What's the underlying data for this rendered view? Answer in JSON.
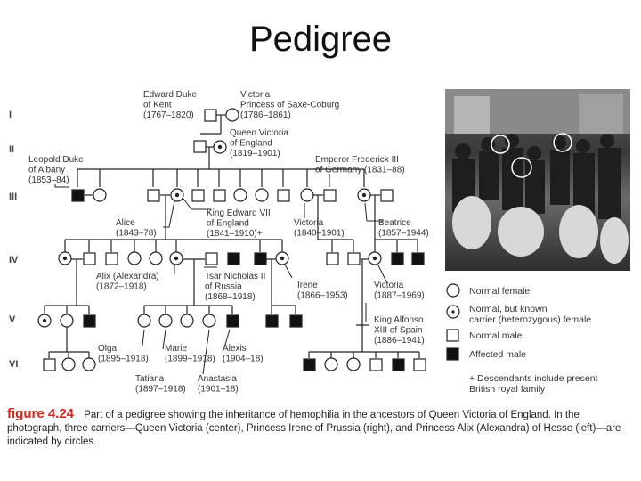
{
  "title": "Pedigree",
  "generations": [
    "I",
    "II",
    "III",
    "IV",
    "V",
    "VI"
  ],
  "people": {
    "edward": "Edward Duke\nof Kent\n(1767–1820)",
    "victoria_saxe": "Victoria\nPrincess of Saxe-Coburg\n(1786–1861)",
    "queen_victoria": "Queen Victoria\nof England\n(1819–1901)",
    "leopold": "Leopold Duke\nof Albany\n(1853–84)",
    "frederick": "Emperor Frederick III\nof Germany (1831–88)",
    "edward_vii": "King Edward VII\nof England\n(1841–1910)+",
    "alice": "Alice\n(1843–78)",
    "victoria_1840": "Victoria\n(1840–1901)",
    "beatrice": "Beatrice\n(1857–1944)",
    "alix": "Alix (Alexandra)\n(1872–1918)",
    "nicholas": "Tsar Nicholas II\nof Russia\n(1868–1918)",
    "irene": "Irene\n(1866–1953)",
    "victoria_1887": "Victoria\n(1887–1969)",
    "alfonso": "King Alfonso\nXIII of Spain\n(1886–1941)",
    "olga": "Olga\n(1895–1918)",
    "marie": "Marie\n(1899–1918)",
    "alexis": "Alexis\n(1904–18)",
    "tatiana": "Tatiana\n(1897–1918)",
    "anastasia": "Anastasia\n(1901–18)"
  },
  "legend": {
    "normal_female": "Normal female",
    "carrier_female": "Normal, but known\ncarrier (heterozygous) female",
    "normal_male": "Normal male",
    "affected_male": "Affected male",
    "note": "+ Descendants include present\nBritish royal family"
  },
  "caption": {
    "figure_label": "figure 4.24",
    "text": "Part of a pedigree showing the inheritance of hemophilia in the ancestors of Queen Victoria of England. In the photograph, three carriers—Queen Victoria (center), Princess Irene of Prussia (right), and Princess Alix (Alexandra) of Hesse (left)—are indicated by circles."
  },
  "colors": {
    "symbol_stroke": "#222222",
    "affected_fill": "#111111",
    "caption_figure": "#d1271b",
    "photo_tone": "#4a4a4a"
  }
}
